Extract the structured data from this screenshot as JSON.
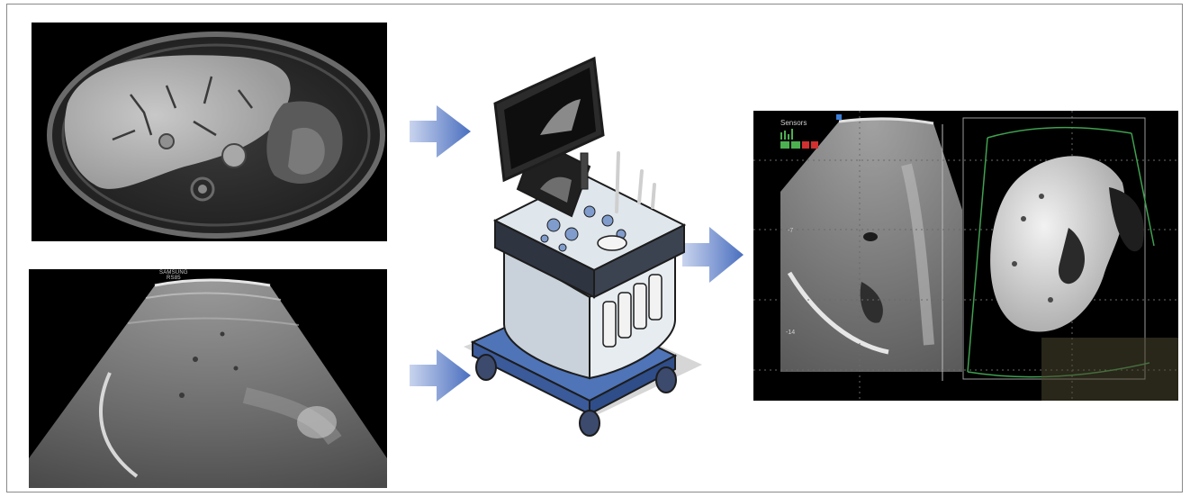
{
  "figure": {
    "panels": [
      {
        "id": "mri",
        "content": "liver MR image"
      },
      {
        "id": "ultrasound",
        "content": "liver ultrasound image"
      },
      {
        "id": "machine",
        "content": "ultrasound system"
      },
      {
        "id": "fusion",
        "content": "fused ultrasound and MR display"
      }
    ],
    "arrow_color": "#4a6fbf"
  },
  "ultrasound_panel": {
    "brand_line1": "SAMSUNG",
    "brand_line2": "RS85"
  },
  "fusion_panel": {
    "sensors_label": "Sensors",
    "depth_mark_1": "-7",
    "depth_mark_2": "-14"
  }
}
